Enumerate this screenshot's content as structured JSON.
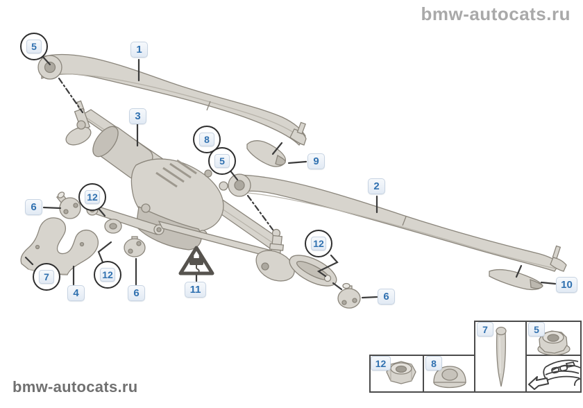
{
  "watermarks": {
    "top_right": "bmw-autocats.ru",
    "bottom_left": "bmw-autocats.ru"
  },
  "callouts": {
    "1": "1",
    "2": "2",
    "3": "3",
    "4": "4",
    "5": "5",
    "6": "6",
    "7": "7",
    "8": "8",
    "9": "9",
    "10": "10",
    "11": "11",
    "12": "12"
  },
  "legend": {
    "cells": [
      {
        "label": "12",
        "icon": "hex-nut"
      },
      {
        "label": "8",
        "icon": "dome-grommet"
      },
      {
        "label": "7",
        "icon": "rivet-pin"
      },
      {
        "label": "5",
        "icon": "flange-nut"
      },
      {
        "label": "",
        "icon": "car-direction-arrow"
      }
    ]
  },
  "colors": {
    "accent_blue": "#3071b0",
    "badge_bg": "#eaf0f8",
    "badge_border": "#c7d3e2",
    "part_fill": "#d7d4cd",
    "part_outline": "#8a857b",
    "leader": "#3b3b3b",
    "warning": "#56534e",
    "watermark_top": "#a9a9a9",
    "watermark_bottom": "#707070"
  }
}
